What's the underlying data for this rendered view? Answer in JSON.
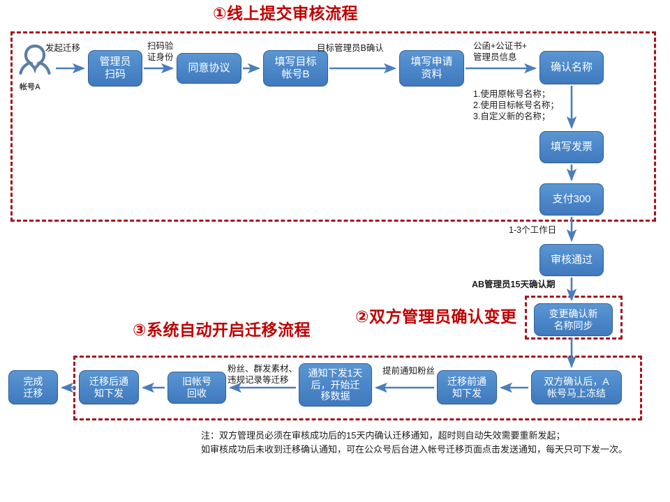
{
  "sections": [
    {
      "id": "sec1",
      "label": "①线上提交审核流程"
    },
    {
      "id": "sec2",
      "label": "②双方管理员确认变更"
    },
    {
      "id": "sec3",
      "label": "③系统自动开启迁移流程"
    }
  ],
  "actor": {
    "icon": "person-icon",
    "caption": "帐号A"
  },
  "nodes": [
    {
      "id": "n1",
      "label": "管理员\n扫码"
    },
    {
      "id": "n2",
      "label": "同意协议"
    },
    {
      "id": "n3",
      "label": "填写目标\n帐号B"
    },
    {
      "id": "n4",
      "label": "填写申请\n资料"
    },
    {
      "id": "n5",
      "label": "确认名称"
    },
    {
      "id": "n6",
      "label": "填写发票"
    },
    {
      "id": "n7",
      "label": "支付300"
    },
    {
      "id": "n8",
      "label": "审核通过"
    },
    {
      "id": "n9",
      "label": "变更确认新\n名称同步"
    },
    {
      "id": "n10",
      "label": "双方确认后，A\n帐号马上冻结"
    },
    {
      "id": "n11",
      "label": "迁移前通\n知下发"
    },
    {
      "id": "n12",
      "label": "通知下发1天\n后，开始迁\n移数据"
    },
    {
      "id": "n13",
      "label": "旧帐号\n回收"
    },
    {
      "id": "n14",
      "label": "迁移后通\n知下发"
    },
    {
      "id": "n15",
      "label": "完成\n迁移"
    }
  ],
  "edge_labels": [
    {
      "id": "e1",
      "text": "发起迁移"
    },
    {
      "id": "e2",
      "text": "扫码验\n证身份"
    },
    {
      "id": "e3",
      "text": "目标管理员B确认"
    },
    {
      "id": "e4",
      "text": "公函+公证书+\n管理员信息"
    },
    {
      "id": "e5",
      "text": "1.使用原帐号名称；\n2.使用目标帐号名称；\n3.自定义新的名称；"
    },
    {
      "id": "e6",
      "text": "1-3个工作日"
    },
    {
      "id": "e7",
      "text": "AB管理员15天确认期"
    },
    {
      "id": "e8",
      "text": "提前通知粉丝"
    },
    {
      "id": "e9",
      "text": "粉丝、群发素材、\n违规记录等迁移"
    }
  ],
  "footnote": {
    "text": "注：双方管理员必须在审核成功后的15天内确认迁移通知，超时则自动失效需要重新发起；\n如审核成功后未收到迁移确认通知，可在公众号后台进入帐号迁移页面点击发送通知，每天只可下发一次。"
  },
  "colors": {
    "node_fill": "#4a86c8",
    "node_border": "#2e5f96",
    "node_text": "#ffffff",
    "dashed_border": "#a31621",
    "section_title": "#c00000",
    "arrow": "#4a7ebb",
    "person_outline": "#5c7fa3",
    "background": "#ffffff"
  }
}
